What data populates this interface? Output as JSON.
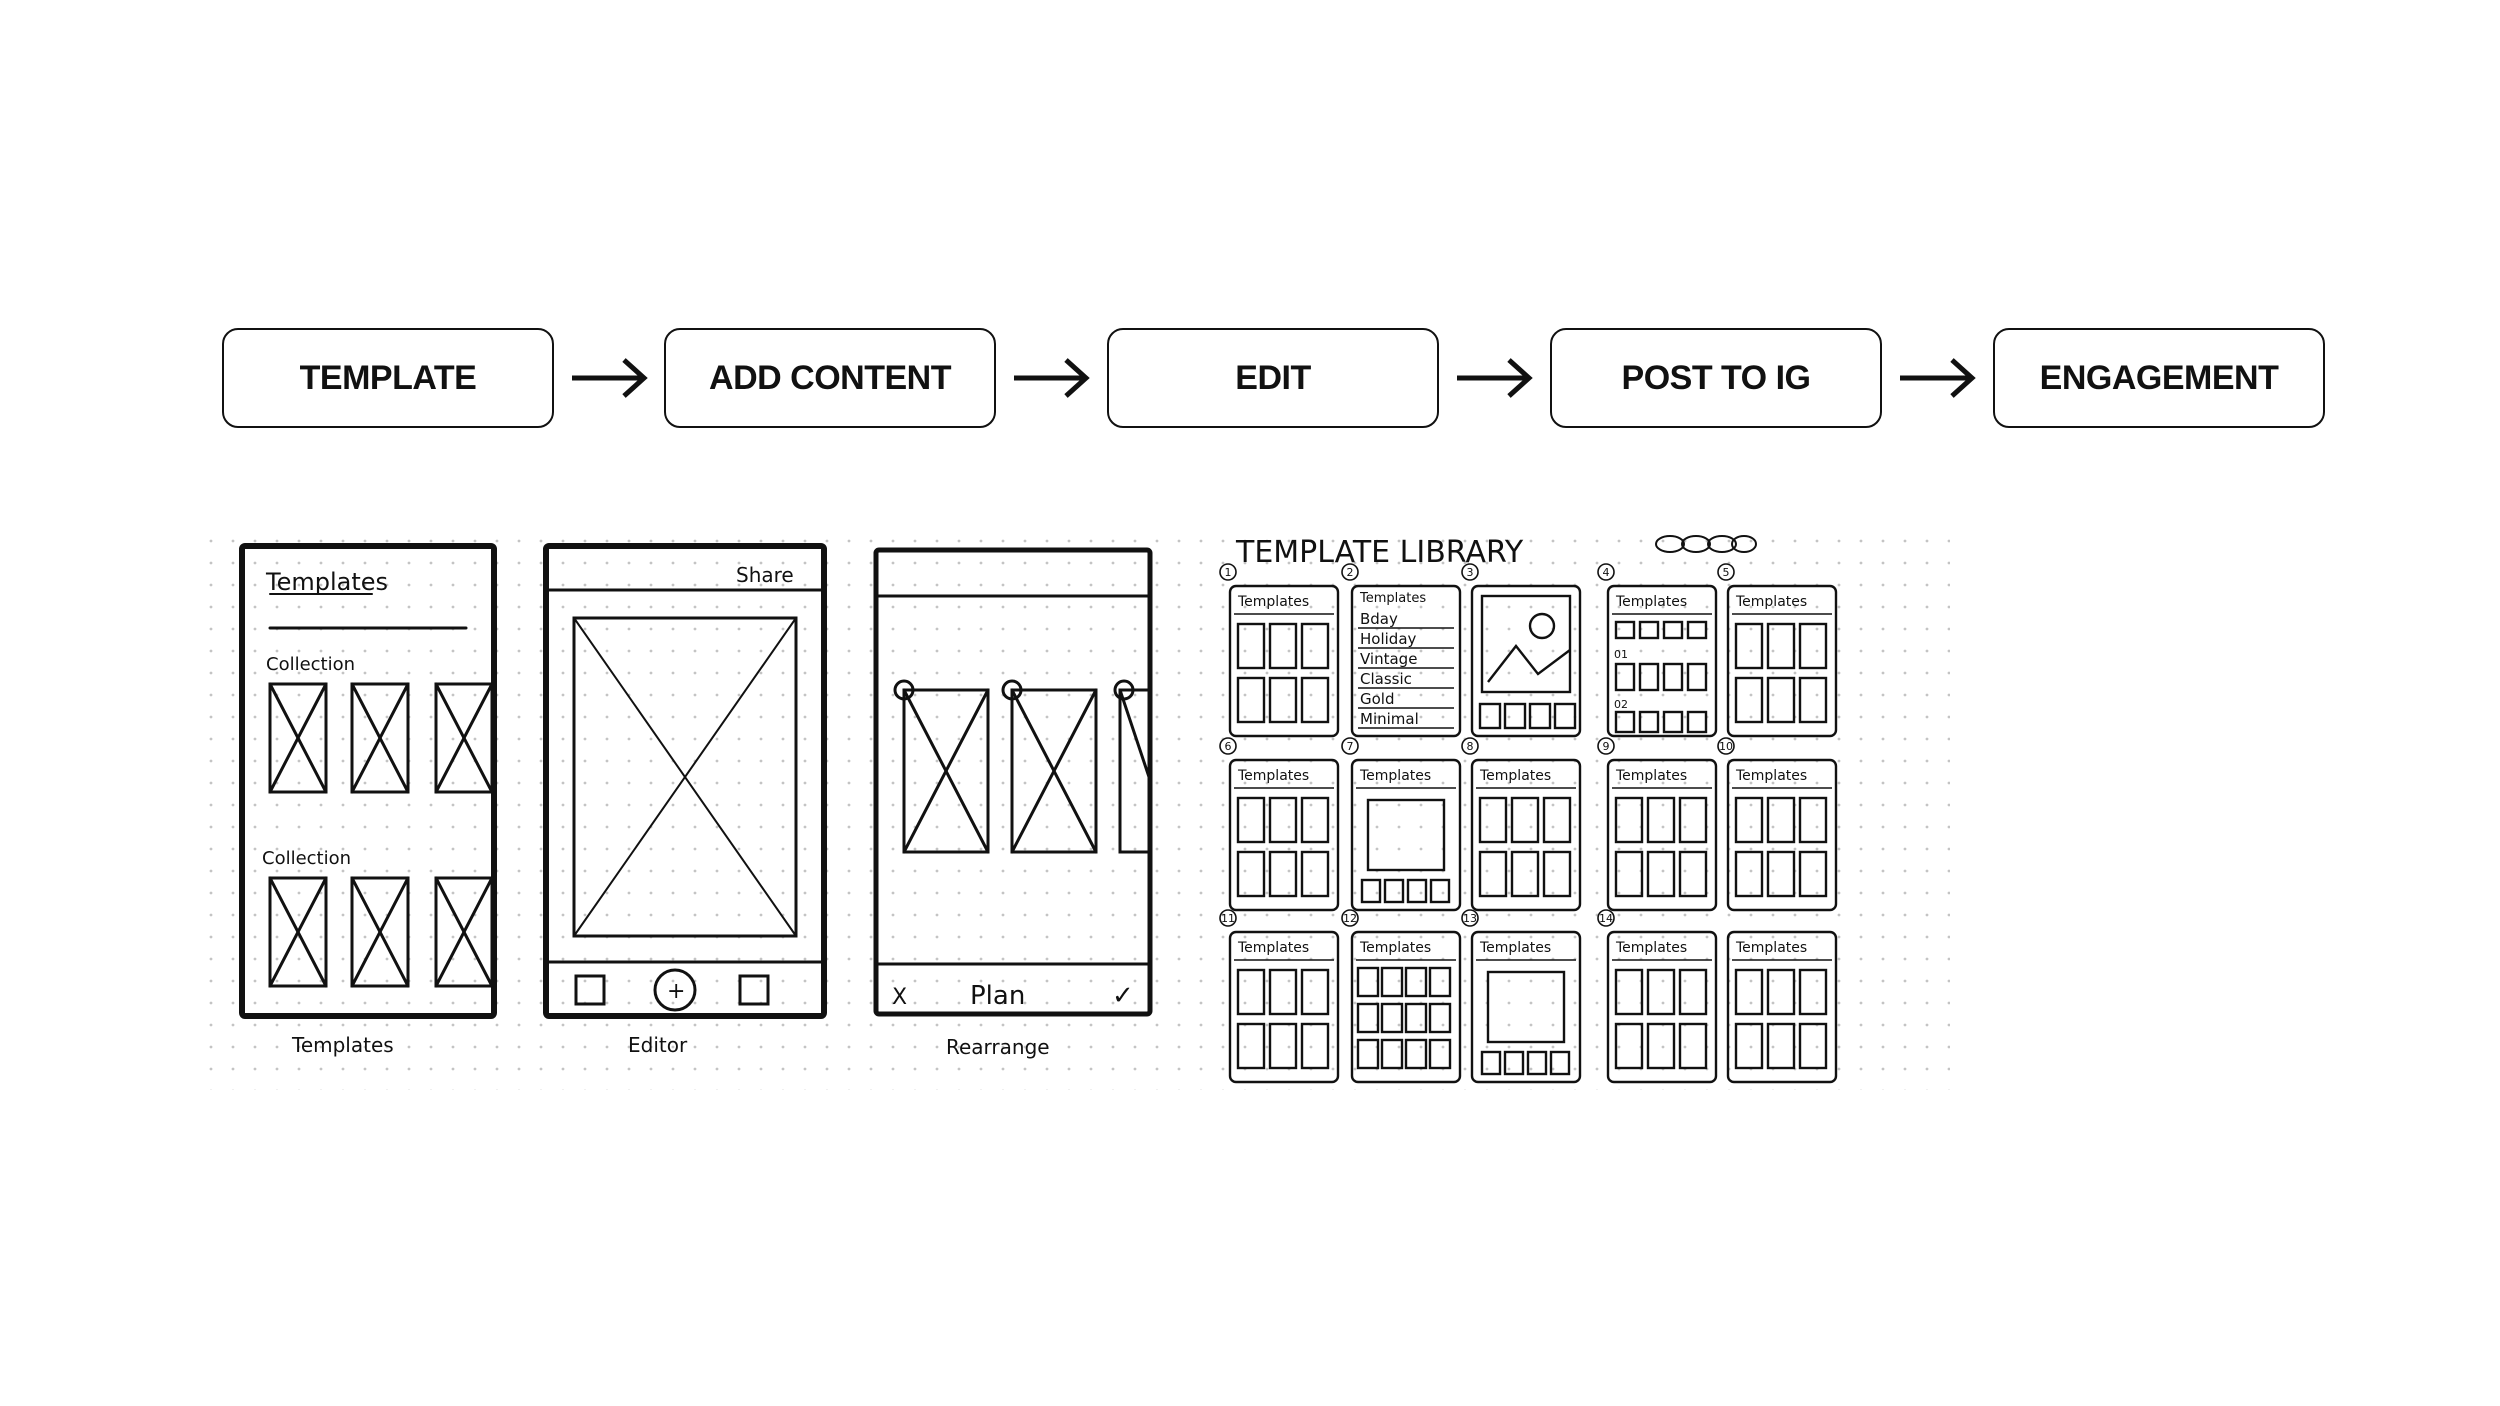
{
  "flow": {
    "steps": [
      {
        "label": "TEMPLATE"
      },
      {
        "label": "ADD CONTENT"
      },
      {
        "label": "EDIT"
      },
      {
        "label": "POST TO IG"
      },
      {
        "label": "ENGAGEMENT"
      }
    ]
  },
  "sketch_templates": {
    "header": "Templates",
    "collection_1": "Collection",
    "collection_2": "Collection",
    "caption": "Templates"
  },
  "sketch_editor": {
    "share": "Share",
    "add_symbol": "+",
    "caption": "Editor"
  },
  "sketch_rearrange": {
    "cancel": "X",
    "title": "Plan",
    "confirm": "✓",
    "caption": "Rearrange"
  },
  "library": {
    "title": "TEMPLATE LIBRARY",
    "cell_title": "Templates",
    "list_items": [
      "Bday",
      "Holiday",
      "Vintage",
      "Classic",
      "Gold",
      "Minimal"
    ],
    "row_marks": [
      "01",
      "02"
    ],
    "numbers": [
      "1",
      "2",
      "3",
      "4",
      "5",
      "6",
      "7",
      "8",
      "9",
      "10",
      "11",
      "12",
      "13",
      "14"
    ]
  }
}
